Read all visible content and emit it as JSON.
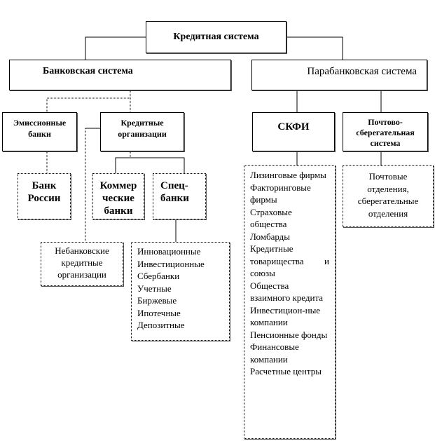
{
  "root": "Кредитная система",
  "banking": {
    "title": "Банковская система",
    "emission": "Эмиссионные банки",
    "bank_of_russia": "Банк России",
    "credit_orgs": "Кредитные организации",
    "commercial": "Коммер ческие банки",
    "special": "Спец- банки",
    "nonbank": "Небанковские кредитные организации",
    "special_list": [
      "Инновационные",
      "Инвестиционные",
      "Сбербанки",
      "Учетные",
      "Биржевые",
      "Ипотечные",
      "Депозитные"
    ]
  },
  "parabanking": {
    "title": "Парабанковская система",
    "skfi": "СКФИ",
    "postal": "Почтово-сберегательная система",
    "skfi_list": [
      "Лизинговые фирмы",
      "Факторинговые фирмы",
      "Страховые общества",
      "Ломбарды",
      "Кредитные товарищества и союзы",
      "Общества взаимного кредита",
      "Инвестицион-ные компании",
      "Пенсионные фонды",
      "Финансовые компании",
      "Расчетные центры"
    ],
    "postal_list": "Почтовые отделения, сберегательные отделения"
  }
}
